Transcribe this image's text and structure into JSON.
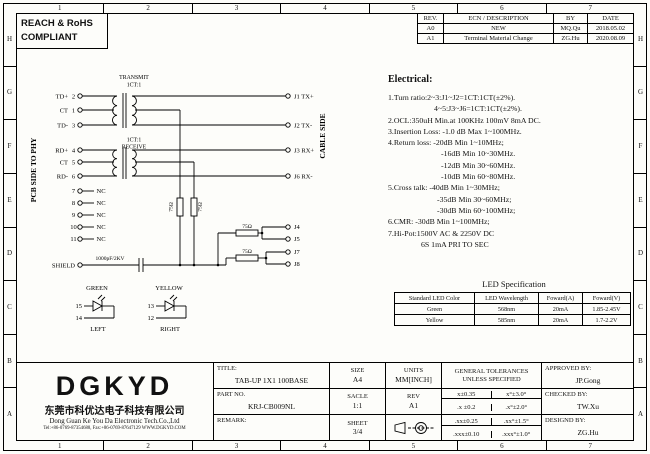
{
  "compliance": {
    "line1": "REACH & RoHS",
    "line2": "COMPLIANT"
  },
  "grid": {
    "cols": [
      "1",
      "2",
      "3",
      "4",
      "5",
      "6",
      "7"
    ],
    "rows": [
      "H",
      "G",
      "F",
      "E",
      "D",
      "C",
      "B",
      "A"
    ]
  },
  "rev_table": {
    "headers": {
      "rev": "REV.",
      "desc": "ECN / DESCRIPTION",
      "by": "BY",
      "date": "DATE"
    },
    "rows": [
      {
        "rev": "A0",
        "desc": "NEW",
        "by": "MQ.Qu",
        "date": "2018.05.02"
      },
      {
        "rev": "A1",
        "desc": "Terminal Material Change",
        "by": "ZG.Hu",
        "date": "2020.08.09"
      }
    ]
  },
  "schematic": {
    "pcb_side": "PCB SIDE TO PHY",
    "cable_side": "CABLE SIDE",
    "transmit": "TRANSMIT",
    "transmit_ratio": "1CT:1",
    "receive_ratio": "1CT:1",
    "receive": "RECEIVE",
    "pins": {
      "p2": {
        "name": "TD+",
        "num": "2"
      },
      "p1": {
        "name": "CT",
        "num": "1"
      },
      "p3": {
        "name": "TD-",
        "num": "3"
      },
      "p4": {
        "name": "RD+",
        "num": "4"
      },
      "p5": {
        "name": "CT",
        "num": "5"
      },
      "p6": {
        "name": "RD-",
        "num": "6"
      },
      "p7": "7",
      "p8": "8",
      "p9": "9",
      "p10": "10",
      "p11": "11",
      "nc": "NC",
      "shield": "SHIELD"
    },
    "conn": {
      "j1": "J1 TX+",
      "j2": "J2 TX-",
      "j3": "J3 RX+",
      "j6": "J6 RX-",
      "j4": "J4",
      "j5": "J5",
      "j7": "J7",
      "j8": "J8"
    },
    "r75": "75Ω",
    "cap": "1000pF/2KV"
  },
  "electrical": {
    "title": "Electrical:",
    "lines": [
      "1.Turn ratio:2~3:J1~J2=1CT:1CT(±2%).",
      "4~5:J3~J6=1CT:1CT(±2%).",
      "2.OCL:350uH Min.at 100KHz 100mV 8mA DC.",
      "3.Insertion Loss: -1.0 dB Max 1~100MHz.",
      "4.Return loss: -20dB Min 1~10MHz;",
      "-16dB Min 10~30MHz.",
      "-12dB Min 30~60MHz.",
      "-10dB Min 60~80MHz.",
      "5.Cross talk: -40dB Min 1~30MHz;",
      "-35dB Min 30~60MHz;",
      "-30dB Min 60~100MHz;",
      "6.CMR: -30dB Min 1~100MHz;",
      "7.Hi-Pot:1500V AC & 2250V DC",
      "6S 1mA PRI TO SEC"
    ]
  },
  "led_spec": {
    "title": "LED Specification",
    "headers": [
      "Standard LED Color",
      "LED Wavelength",
      "Foward(A)",
      "Foward(V)"
    ],
    "rows": [
      [
        "Green",
        "568nm",
        "20mA",
        "1.85-2.45V"
      ],
      [
        "Yellow",
        "585nm",
        "20mA",
        "1.7-2.2V"
      ]
    ]
  },
  "leds": {
    "green": {
      "color": "GREEN",
      "pin_a": "15",
      "pin_b": "14",
      "position": "LEFT"
    },
    "yellow": {
      "color": "YELLOW",
      "pin_a": "13",
      "pin_b": "12",
      "position": "RIGHT"
    }
  },
  "title_block": {
    "logo": "DGKYD",
    "company_cn": "东莞市科优达电子科技有限公司",
    "company_en": "Dong Guan Ke You Da Electronic Tech.Co.,Ltd",
    "contact": "Tel:+86-0769-87354688, Fax:+86-0769-87647129  WWW.DGKYD.COM",
    "title_label": "TITLE:",
    "title_value": "TAB-UP 1X1 100BASE",
    "size_label": "SIZE",
    "size_value": "A4",
    "units_label": "UNITS",
    "units_value": "MM[INCH]",
    "tol_header1": "GENERAL TOLERANCES",
    "tol_header2": "UNLESS SPECIFIED",
    "approved_label": "APPROVED BY:",
    "approved_value": "JP.Gong",
    "part_label": "PART NO.",
    "part_value": "KRJ-CB009NL",
    "scale_label": "SACLE",
    "scale_value": "1:1",
    "rev_label": "REV",
    "rev_value": "A1",
    "checked_label": "CHECKED BY:",
    "checked_value": "TW.Xu",
    "remark_label": "REMARK:",
    "sheet_label": "SHEET",
    "sheet_value": "3/4",
    "designed_label": "DESIGND BY:",
    "designed_value": "ZG.Hu",
    "tol": [
      [
        "x±0.35",
        "x°±3.0°"
      ],
      [
        ".x ±0.2",
        ".x°±2.0°"
      ],
      [
        ".xx±0.25",
        ".xx°±1.5°"
      ],
      [
        ".xxx±0.10",
        ".xxx°±1.0°"
      ]
    ]
  }
}
